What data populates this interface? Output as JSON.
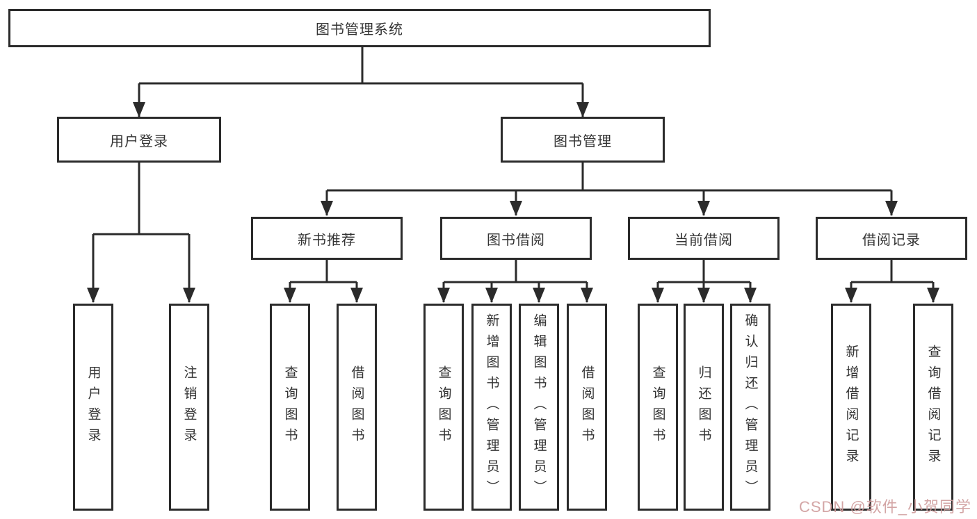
{
  "diagram": {
    "root": {
      "label": "图书管理系统"
    },
    "user_login": {
      "label": "用户登录",
      "children": [
        {
          "label": "用户登录"
        },
        {
          "label": "注销登录"
        }
      ]
    },
    "book_mgmt": {
      "label": "图书管理",
      "sections": [
        {
          "label": "新书推荐",
          "children": [
            {
              "label": "查询图书"
            },
            {
              "label": "借阅图书"
            }
          ]
        },
        {
          "label": "图书借阅",
          "children": [
            {
              "label": "查询图书"
            },
            {
              "label": "新增图书（管理员）"
            },
            {
              "label": "编辑图书（管理员）"
            },
            {
              "label": "借阅图书"
            }
          ]
        },
        {
          "label": "当前借阅",
          "children": [
            {
              "label": "查询图书"
            },
            {
              "label": "归还图书"
            },
            {
              "label": "确认归还（管理员）"
            }
          ]
        },
        {
          "label": "借阅记录",
          "children": [
            {
              "label": "新增借阅记录"
            },
            {
              "label": "查询借阅记录"
            }
          ]
        }
      ]
    },
    "watermark": {
      "text": "CSDN @软件_小贺同学",
      "color": "#CE9B9B"
    },
    "colors": {
      "line": "#2B2B2B",
      "box_border": "#2B2B2B",
      "text": "#333333",
      "background": "#FFFFFF"
    }
  }
}
